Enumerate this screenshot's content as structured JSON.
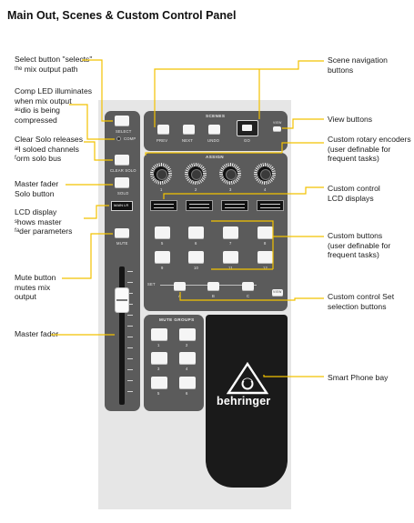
{
  "title": "Main Out, Scenes & Custom Control Panel",
  "callouts_left": {
    "select": [
      "Select button \"selects\"",
      "ᵗʰᵉ mix output path"
    ],
    "comp": [
      "Comp LED illuminates",
      "when mix output",
      "ᵃᵘdio is being",
      "compressed"
    ],
    "clear_solo": [
      "Clear Solo releases",
      "ᵃˡl soloed channels",
      "ᶠorm solo bus"
    ],
    "master_solo": [
      "Master fader",
      "Solo button"
    ],
    "lcd": [
      "LCD display",
      "ˢhows master",
      "ᶠᵃder parameters"
    ],
    "mute": [
      "Mute button",
      "mutes mix",
      "output"
    ],
    "master_fader": [
      "Master fader"
    ]
  },
  "callouts_right": {
    "scene_nav": [
      "Scene navigation",
      "buttons"
    ],
    "view": [
      "View buttons"
    ],
    "encoders": [
      "Custom rotary encoders",
      "(user definable for",
      "frequent tasks)"
    ],
    "lcds": [
      "Custom control",
      "LCD displays"
    ],
    "custom_buttons": [
      "Custom buttons",
      "(user definable for",
      "frequent tasks)"
    ],
    "set_buttons": [
      "Custom control Set",
      "selection buttons"
    ],
    "phone_bay": [
      "Smart Phone bay"
    ]
  },
  "panel": {
    "strip": {
      "select_label": "SELECT",
      "comp_label": "COMP",
      "clear_solo_label": "CLEAR SOLO",
      "solo_label": "SOLO",
      "main_lr_label": "MAIN LR",
      "mute_label": "MUTE"
    },
    "scenes": {
      "section_label": "SCENES",
      "buttons": [
        "PREV",
        "NEXT",
        "UNDO",
        "GO"
      ],
      "view_label": "VIEW"
    },
    "custom": {
      "assign_label": "ASSIGN",
      "encoder_numbers": [
        "1",
        "2",
        "3",
        "4"
      ],
      "button_numbers": [
        "5",
        "6",
        "7",
        "8",
        "9",
        "10",
        "11",
        "12"
      ],
      "set_label": "SET",
      "set_buttons": [
        "A",
        "B",
        "C"
      ],
      "view_label": "VIEW"
    },
    "mute_groups": {
      "section_label": "MUTE GROUPS",
      "numbers": [
        "1",
        "2",
        "3",
        "4",
        "5",
        "6"
      ]
    },
    "brand": "behringer"
  },
  "colors": {
    "panel": "#5b5b5b",
    "frame": "#e6e6e6",
    "callout_line": "#f2c200",
    "button": "#f5f5f5"
  }
}
